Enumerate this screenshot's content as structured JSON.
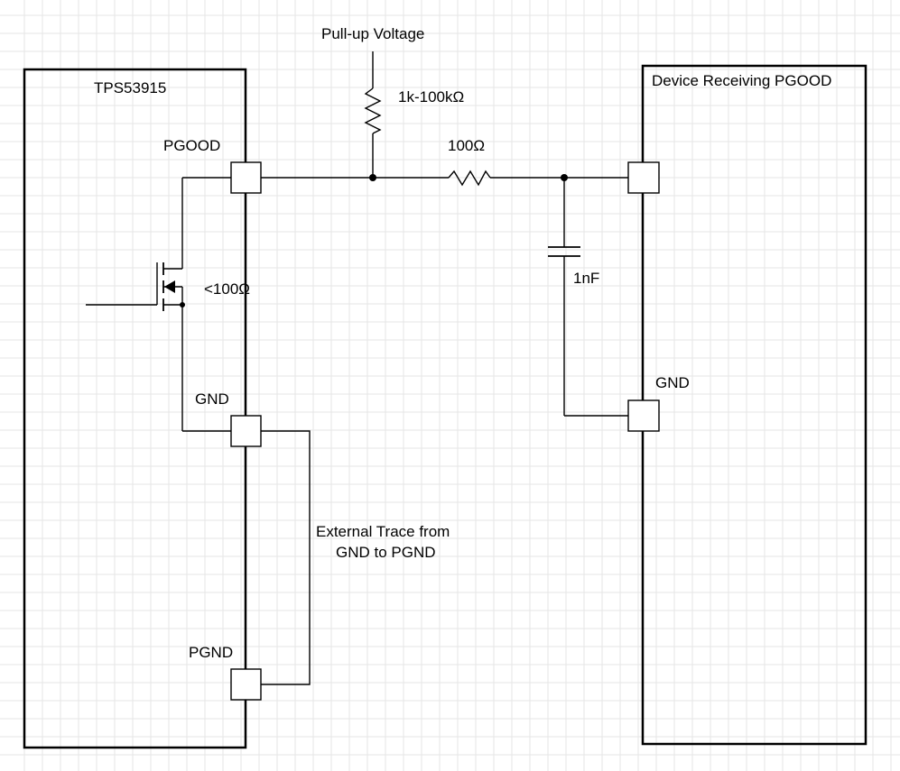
{
  "labels": {
    "ic_name": "TPS53915",
    "device_name": "Device Receiving PGOOD",
    "pullup_voltage": "Pull-up Voltage",
    "pullup_resistor": "1k-100kΩ",
    "series_resistor": "100Ω",
    "capacitor": "1nF",
    "fet_resistance": "<100Ω",
    "pin_pgood": "PGOOD",
    "pin_gnd": "GND",
    "pin_pgnd": "PGND",
    "device_gnd": "GND",
    "trace_note_line1": "External Trace from",
    "trace_note_line2": "GND to PGND"
  }
}
